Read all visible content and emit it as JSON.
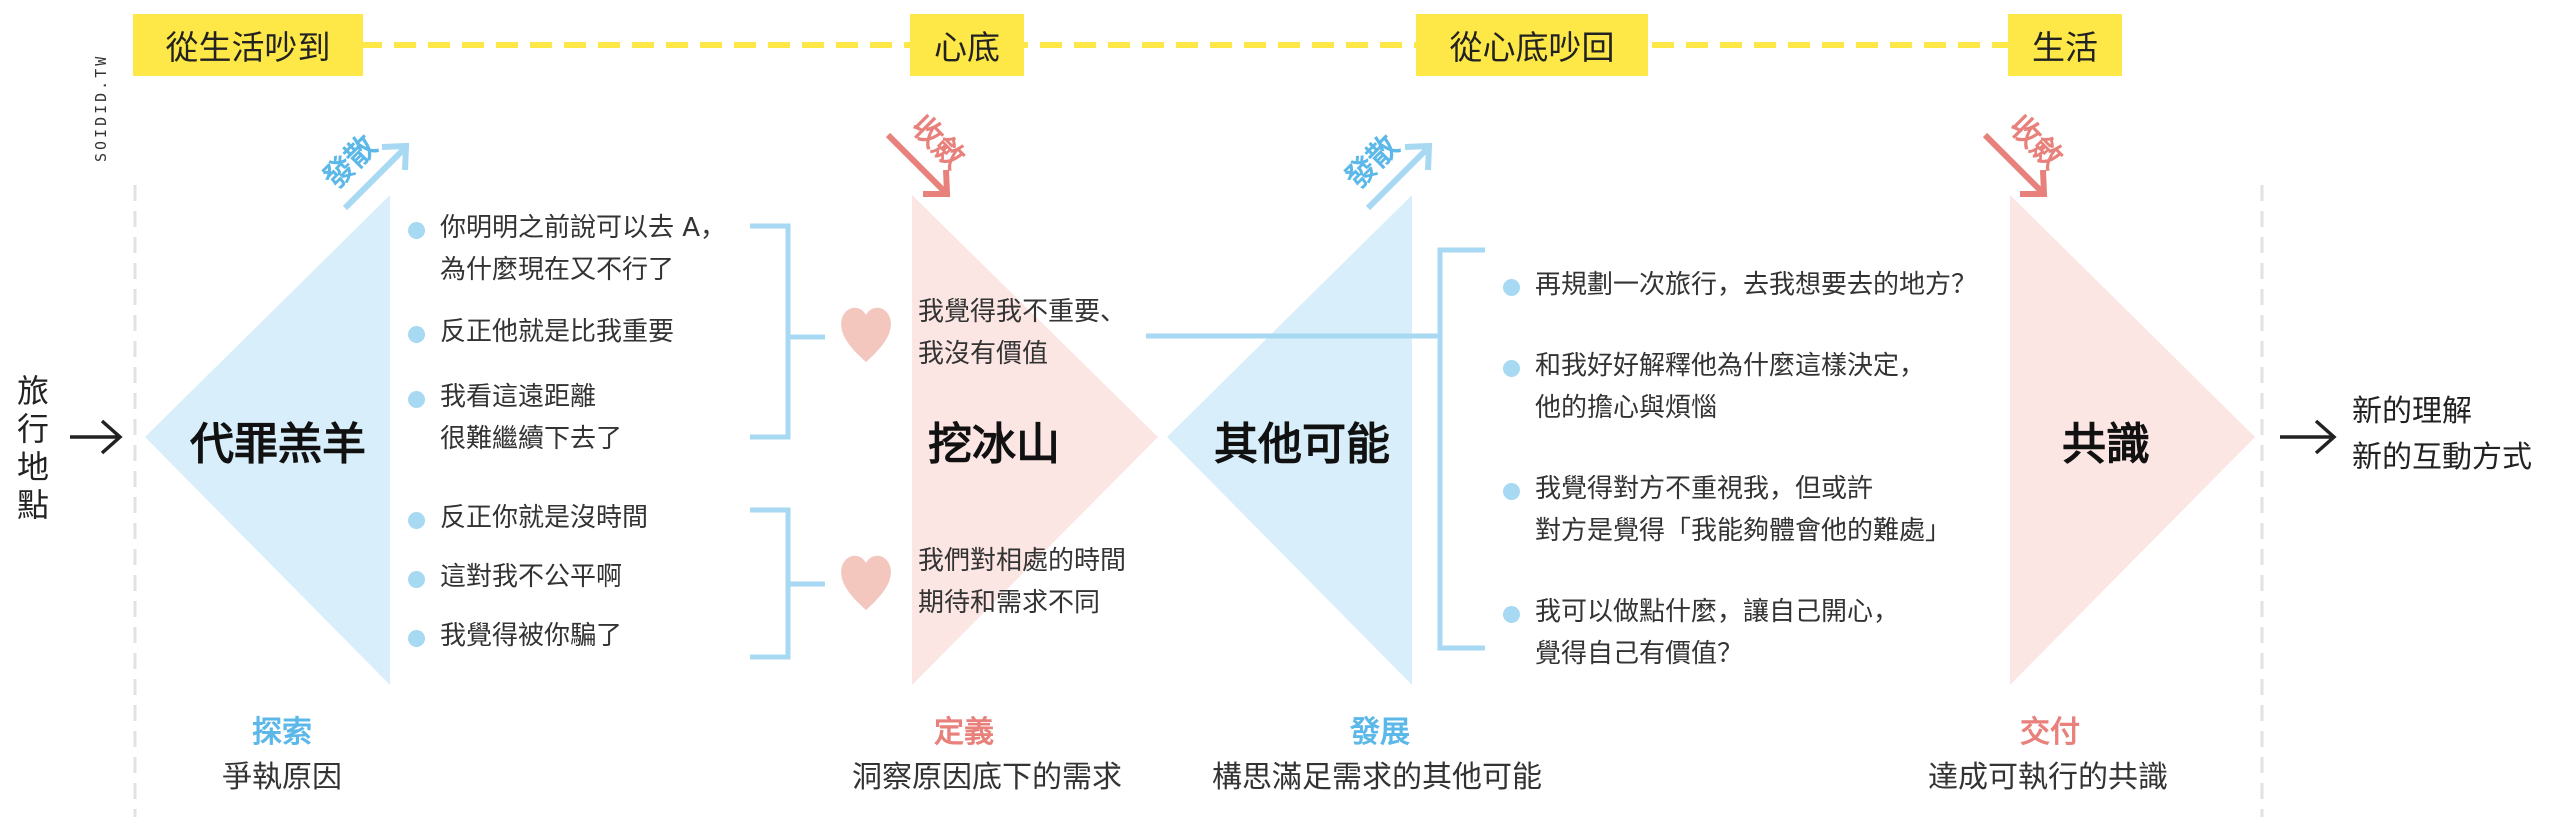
{
  "watermark": "SOIDID.TW",
  "phases": [
    "從生活吵到",
    "心底",
    "從心底吵回",
    "生活"
  ],
  "start_label": "旅行地點",
  "stages": [
    {
      "title": "代罪羔羊",
      "tag": "探索",
      "caption": "爭執原因",
      "arrow": "發散"
    },
    {
      "title": "挖冰山",
      "tag": "定義",
      "caption": "洞察原因底下的需求",
      "arrow": "收斂"
    },
    {
      "title": "其他可能",
      "tag": "發展",
      "caption": "構思滿足需求的其他可能",
      "arrow": "發散"
    },
    {
      "title": "共識",
      "tag": "交付",
      "caption": "達成可執行的共識",
      "arrow": "收斂"
    }
  ],
  "causes_top": [
    "你明明之前說可以去 A，",
    "為什麼現在又不行了",
    "反正他就是比我重要",
    "我看這遠距離",
    "很難繼續下去了"
  ],
  "causes_bottom": [
    "反正你就是沒時間",
    "這對我不公平啊",
    "我覺得被你騙了"
  ],
  "needs": [
    [
      "我覺得我不重要、",
      "我沒有價值"
    ],
    [
      "我們對相處的時間",
      "期待和需求不同"
    ]
  ],
  "options": [
    [
      "再規劃一次旅行，去我想要去的地方？"
    ],
    [
      "和我好好解釋他為什麼這樣決定，",
      "他的擔心與煩惱"
    ],
    [
      "我覺得對方不重視我，但或許",
      "對方是覺得「我能夠體會他的難處」"
    ],
    [
      "我可以做點什麼，讓自己開心，",
      "覺得自己有價值？"
    ]
  ],
  "end_lines": [
    "新的理解",
    "新的互動方式"
  ],
  "colors": {
    "yellow": "#FDE848",
    "blue": "#A7D9F2",
    "blue_fill": "#D8EEFA",
    "pink_fill": "#FBE6E4",
    "red": "#E8817B",
    "heart": "#F3C6BE"
  }
}
